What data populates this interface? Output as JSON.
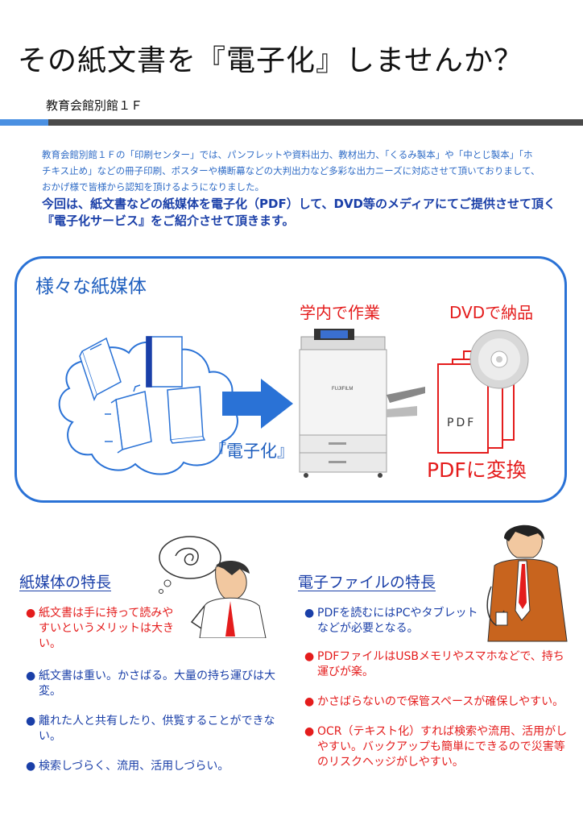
{
  "header": {
    "title": "その紙文書を『電子化』しませんか？",
    "location": "教育会館別館１Ｆ"
  },
  "intro": {
    "text": "教育会館別館１Ｆの「印刷センター」では、パンフレットや資料出力、教材出力、「くるみ製本」や「中とじ製本」「ホチキス止め」などの冊子印刷、ポスターや横断幕などの大判出力など多彩な出力ニーズに対応させて頂いておりまして、おかげ様で皆様から認知を頂けるようになりました。",
    "lead": "今回は、紙文書などの紙媒体を電子化（PDF）して、DVD等のメディアにてご提供させて頂く『電子化サービス』をご紹介させて頂きます。"
  },
  "panel": {
    "paper_label": "様々な紙媒体",
    "digitize_label": "『電子化』",
    "work_label": "学内で作業",
    "dvd_label": "DVDで納品",
    "pdf_label": "PDF",
    "convert_label": "PDFに変換",
    "printer_brand": "FUJIFILM"
  },
  "paper_section": {
    "title": "紙媒体の特長",
    "items": [
      {
        "text": "紙文書は手に持って読みやすいというメリットは大きい。",
        "color": "red"
      },
      {
        "text": "紙文書は重い。かさばる。大量の持ち運びは大変。",
        "color": "blue"
      },
      {
        "text": "離れた人と共有したり、供覧することができない。",
        "color": "blue"
      },
      {
        "text": "検索しづらく、流用、活用しづらい。",
        "color": "blue"
      }
    ]
  },
  "digital_section": {
    "title": "電子ファイルの特長",
    "items": [
      {
        "text": "PDFを読むにはPCやタブレットなどが必要となる。",
        "color": "blue"
      },
      {
        "text": "PDFファイルはUSBメモリやスマホなどで、持ち運びが楽。",
        "color": "red"
      },
      {
        "text": "かさばらないので保管スペースが確保しやすい。",
        "color": "red"
      },
      {
        "text": "OCR（テキスト化）すれば検索や流用、活用がしやすい。バックアップも簡単にできるので災害等のリスクヘッジがしやすい。",
        "color": "red"
      }
    ]
  },
  "bullet": "●",
  "colors": {
    "accent_blue": "#2a72d6",
    "text_blue": "#1a3fa8",
    "red": "#e41c1c",
    "rule_gray": "#4a4a4a",
    "intro_blue": "#2e6bc6"
  }
}
